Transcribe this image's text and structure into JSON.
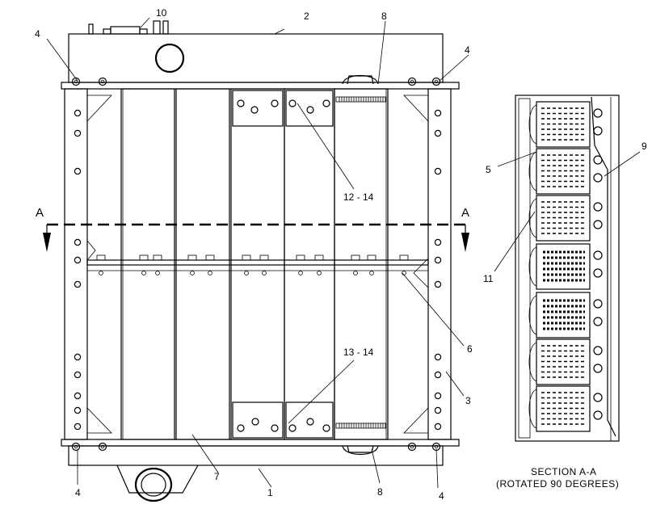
{
  "callouts": {
    "c1": "1",
    "c2": "2",
    "c3": "3",
    "c4a": "4",
    "c4b": "4",
    "c4c": "4",
    "c4d": "4",
    "c5": "5",
    "c6": "6",
    "c7": "7",
    "c8a": "8",
    "c8b": "8",
    "c9": "9",
    "c10": "10",
    "c11": "11",
    "c12": "12 - 14",
    "c13": "13 - 14"
  },
  "section": {
    "left_letter": "A",
    "right_letter": "A",
    "title": "SECTION A-A",
    "subtitle": "(ROTATED 90 DEGREES)"
  }
}
